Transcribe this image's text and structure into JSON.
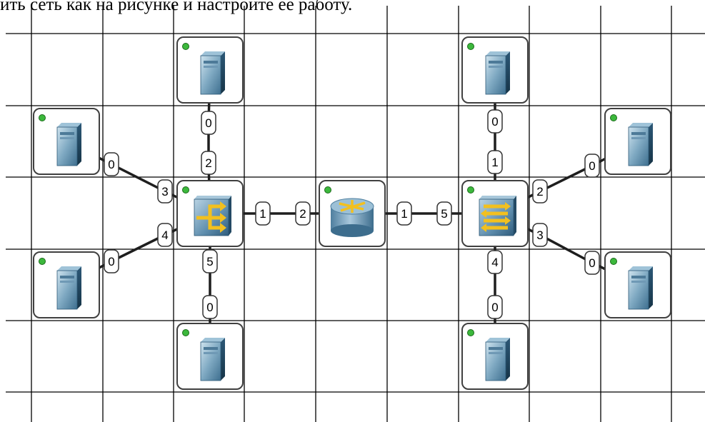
{
  "caption_fragment": "ить сеть как на рисунке и настройте ее работу.",
  "colors": {
    "grid": "#000000",
    "node_border": "#404040",
    "node_fill": "#ffffff",
    "status_led": "#3cb83c",
    "cable": "#1e1e1e"
  },
  "devices": [
    {
      "id": "pc-tl",
      "type": "computer",
      "icon": "computer-tower-icon"
    },
    {
      "id": "pc-ltop",
      "type": "computer",
      "icon": "computer-tower-icon"
    },
    {
      "id": "pc-lbot",
      "type": "computer",
      "icon": "computer-tower-icon"
    },
    {
      "id": "pc-bl",
      "type": "computer",
      "icon": "computer-tower-icon"
    },
    {
      "id": "hub-left",
      "type": "hub",
      "icon": "hub-icon"
    },
    {
      "id": "router",
      "type": "router",
      "icon": "router-icon"
    },
    {
      "id": "switch-right",
      "type": "switch",
      "icon": "switch-icon"
    },
    {
      "id": "pc-tr",
      "type": "computer",
      "icon": "computer-tower-icon"
    },
    {
      "id": "pc-rtop",
      "type": "computer",
      "icon": "computer-tower-icon"
    },
    {
      "id": "pc-rbot",
      "type": "computer",
      "icon": "computer-tower-icon"
    },
    {
      "id": "pc-br",
      "type": "computer",
      "icon": "computer-tower-icon"
    }
  ],
  "links": [
    {
      "a": "pc-tl",
      "a_port": "0",
      "b": "hub-left",
      "b_port": "2"
    },
    {
      "a": "pc-ltop",
      "a_port": "0",
      "b": "hub-left",
      "b_port": "3"
    },
    {
      "a": "pc-lbot",
      "a_port": "0",
      "b": "hub-left",
      "b_port": "4"
    },
    {
      "a": "pc-bl",
      "a_port": "0",
      "b": "hub-left",
      "b_port": "5"
    },
    {
      "a": "hub-left",
      "a_port": "1",
      "b": "router",
      "b_port": "2"
    },
    {
      "a": "router",
      "a_port": "1",
      "b": "switch-right",
      "b_port": "5"
    },
    {
      "a": "pc-tr",
      "a_port": "0",
      "b": "switch-right",
      "b_port": "1"
    },
    {
      "a": "pc-rtop",
      "a_port": "0",
      "b": "switch-right",
      "b_port": "2"
    },
    {
      "a": "pc-rbot",
      "a_port": "0",
      "b": "switch-right",
      "b_port": "3"
    },
    {
      "a": "pc-br",
      "a_port": "0",
      "b": "switch-right",
      "b_port": "4"
    }
  ]
}
